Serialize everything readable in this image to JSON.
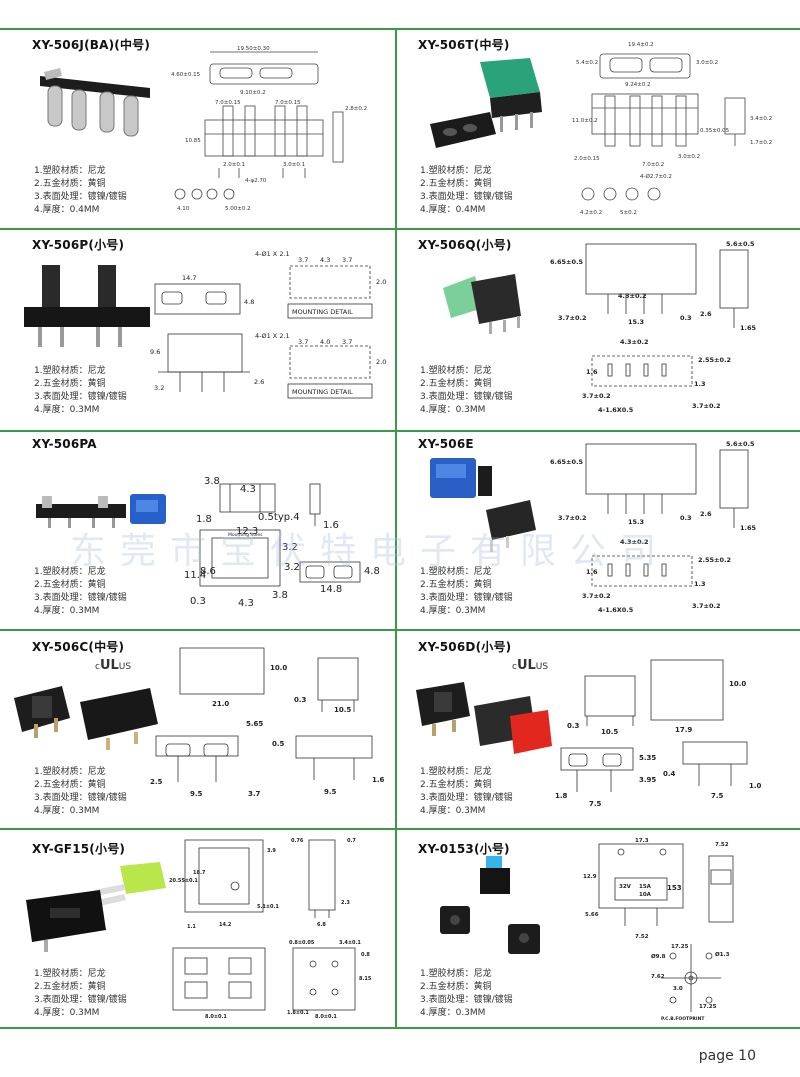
{
  "spec_labels": [
    "1.塑胶材质：尼龙",
    "2.五金材质：黄铜",
    "3.表面处理：镀镍/镀锡"
  ],
  "products": [
    {
      "title": "XY-506J(BA)(中号)",
      "thickness": "4.厚度：0.4MM"
    },
    {
      "title": "XY-506T(中号)",
      "thickness": "4.厚度：0.4MM"
    },
    {
      "title": "XY-506P(小号)",
      "thickness": "4.厚度：0.3MM"
    },
    {
      "title": "XY-506Q(小号)",
      "thickness": "4.厚度：0.3MM"
    },
    {
      "title": "XY-506PA",
      "thickness": "4.厚度：0.3MM"
    },
    {
      "title": "XY-506E",
      "thickness": "4.厚度：0.3MM"
    },
    {
      "title": "XY-506C(中号)",
      "thickness": "4.厚度：0.3MM"
    },
    {
      "title": "XY-506D(小号)",
      "thickness": "4.厚度：0.3MM"
    },
    {
      "title": "XY-GF15(小号)",
      "thickness": "4.厚度：0.3MM"
    },
    {
      "title": "XY-0153(小号)",
      "thickness": "4.厚度：0.3MM"
    }
  ],
  "ul_mark": {
    "c": "c",
    "ul": "UL",
    "us": "US"
  },
  "watermark": "东莞市宝伏特电子有限公司",
  "page_number": "page 10",
  "dims": {
    "j": [
      "19.50±0.30",
      "4.60±0.15",
      "9.10±0.2",
      "7.0±0.15",
      "7.0±0.15",
      "2.8±0.2",
      "10.85",
      "2.0±0.1",
      "3.0±0.1",
      "4-φ2.70",
      "4.10",
      "5.00±0.2"
    ],
    "t": [
      "19.4±0.2",
      "5.4±0.2",
      "3.0±0.2",
      "9.24±0.2",
      "11.0±0.2",
      "0.35±0.05",
      "3.4±0.2",
      "1.7±0.2",
      "2.0±0.15",
      "7.0±0.2",
      "3.0±0.2",
      "4-Ø2.7±0.2",
      "4.2±0.2",
      "5±0.2"
    ],
    "p": [
      "4-Ø1 X 2.1",
      "3.7",
      "4.3",
      "3.7",
      "2.0",
      "14.7",
      "4.8",
      "MOUNTING DETAIL",
      "9.6",
      "3.2",
      "2.6",
      "4-Ø1 X 2.1",
      "3.7",
      "4.0",
      "3.7",
      "2.0",
      "MOUNTING DETAIL"
    ],
    "q": [
      "6.65±0.5",
      "5.6±0.5",
      "4.3±0.2",
      "3.7±0.2",
      "15.3",
      "0.3",
      "2.6",
      "1.65",
      "4.3±0.2",
      "2.55±0.2",
      "1.6",
      "1.3",
      "3.7±0.2",
      "3.7±0.2",
      "4-1.6X0.5"
    ],
    "pa": [
      "3.8",
      "4.3",
      "0.5typ.4",
      "1.6",
      "1.8",
      "Mounting holes",
      "12.3",
      "11.4",
      "8.6",
      "3.2",
      "3.2",
      "4.8",
      "0.3",
      "4.3",
      "3.8",
      "14.8"
    ],
    "e": [
      "6.65±0.5",
      "5.6±0.5",
      "3.7±0.2",
      "15.3",
      "0.3",
      "2.6",
      "1.65",
      "4.3±0.2",
      "2.55±0.2",
      "1.6",
      "1.3",
      "3.7±0.2",
      "3.7±0.2",
      "4-1.6X0.5"
    ],
    "c": [
      "10.0",
      "21.0",
      "0.3",
      "10.5",
      "5.65",
      "0.5",
      "2.5",
      "9.5",
      "3.7",
      "9.5",
      "1.6"
    ],
    "d": [
      "10.0",
      "17.9",
      "0.3",
      "10.5",
      "5.35",
      "3.95",
      "0.4",
      "1.8",
      "7.5",
      "7.5",
      "1.0"
    ],
    "gf": [
      "3.9",
      "0.76",
      "0.7",
      "18.7",
      "20.55±0.1",
      "5.1±0.1",
      "1.1",
      "14.2",
      "2.3",
      "6.8",
      "0.8±0.05",
      "3.4±0.1",
      "0.8",
      "8.15",
      "1.8±0.1",
      "8.0±0.1",
      "8.0±0.1"
    ],
    "f153": [
      "17.3",
      "7.52",
      "12.9",
      "32V",
      "15A",
      "10A",
      "153",
      "5.66",
      "7.52",
      "17.25",
      "Ø1.3",
      "Ø9.8",
      "7.62",
      "3.0",
      "17.25",
      "P.C.B.FOOTPRINT"
    ]
  }
}
